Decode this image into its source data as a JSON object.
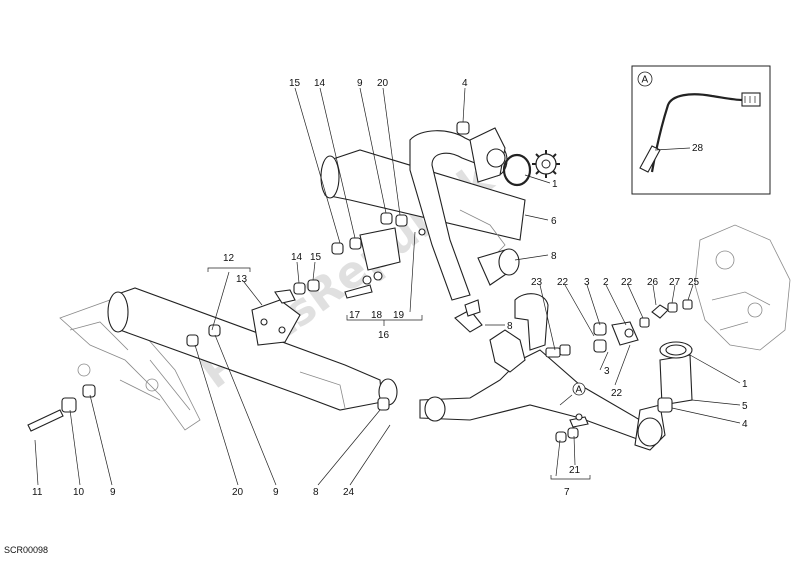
{
  "diagram": {
    "code": "SCR00098",
    "watermark": "PartsRepublik",
    "inset_marker": "A",
    "view_marker": "A",
    "callouts": {
      "c15a": "15",
      "c14a": "14",
      "c9a": "9",
      "c20a": "20",
      "c4a": "4",
      "c1a": "1",
      "c6": "6",
      "c8a": "8",
      "c12": "12",
      "c13": "13",
      "c14b": "14",
      "c15b": "15",
      "c17": "17",
      "c18": "18",
      "c19": "19",
      "c16": "16",
      "c23": "23",
      "c22a": "22",
      "c3a": "3",
      "c2": "2",
      "c22b": "22",
      "c26": "26",
      "c27": "27",
      "c25": "25",
      "c8b": "8",
      "c3b": "3",
      "c22c": "22",
      "c1b": "1",
      "c5": "5",
      "c4b": "4",
      "c21": "21",
      "c7": "7",
      "c11": "11",
      "c10": "10",
      "c9b": "9",
      "c20b": "20",
      "c9c": "9",
      "c8c": "8",
      "c24": "24",
      "c28": "28"
    }
  }
}
